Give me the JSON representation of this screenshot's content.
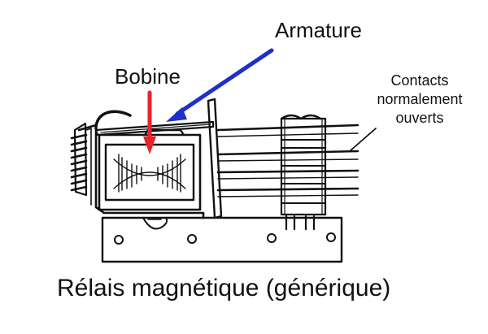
{
  "labels": {
    "armature": "Armature",
    "bobine": "Bobine",
    "contacts": "Contacts normalement ouverts"
  },
  "caption": "Rélais magnétique (générique)",
  "colors": {
    "background": "#ffffff",
    "line": "#111111",
    "bobine_arrow": "#e8232a",
    "armature_arrow": "#1f2fc7"
  }
}
